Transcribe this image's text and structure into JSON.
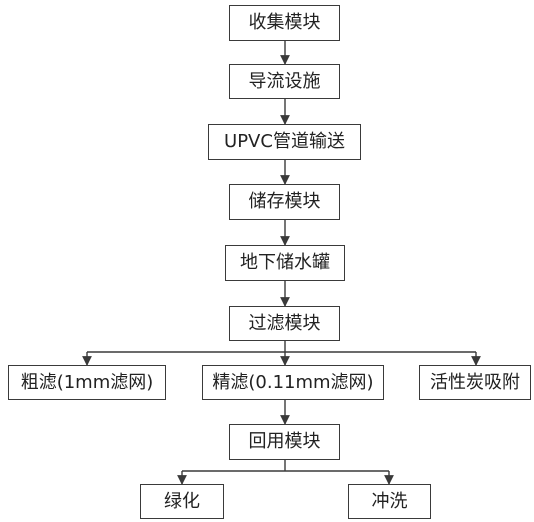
{
  "nodes": {
    "collect": "收集模块",
    "guide": "导流设施",
    "pipe": "UPVC管道输送",
    "storage": "储存模块",
    "tank": "地下储水罐",
    "filter": "过滤模块",
    "coarse": "粗滤(1mm滤网)",
    "fine": "精滤(0.11mm滤网)",
    "carbon": "活性炭吸附",
    "reuse": "回用模块",
    "greening": "绿化",
    "flushing": "冲洗"
  },
  "colors": {
    "line": "#3a3a3a",
    "text": "#222222",
    "background": "#ffffff"
  }
}
